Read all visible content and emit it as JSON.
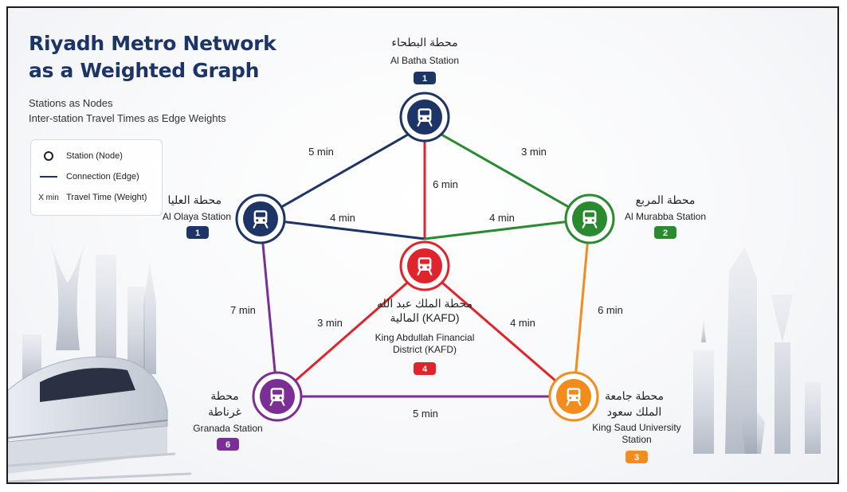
{
  "title_lines": [
    "Riyadh Metro Network",
    "as a Weighted Graph"
  ],
  "subtitles": [
    "Stations as Nodes",
    "Inter-station Travel Times as Edge Weights"
  ],
  "legend": {
    "station": "Station (Node)",
    "connection": "Connection (Edge)",
    "weight_symbol": "X min",
    "weight": "Travel Time (Weight)"
  },
  "colors": {
    "navy": "#1d3466",
    "green": "#2a8a2f",
    "red": "#e0242b",
    "orange": "#f28c1d",
    "purple": "#7b2e93"
  },
  "stations": {
    "batha": {
      "ar": "محطة البطحاء",
      "en": "Al Batha Station",
      "badge": "1",
      "color": "#1d3466",
      "icon": "train-icon"
    },
    "olaya": {
      "ar": "محطة العليا",
      "en": "Al Olaya Station",
      "badge": "1",
      "color": "#1d3466",
      "icon": "train-icon"
    },
    "murabba": {
      "ar": "محطة المربع",
      "en": "Al Murabba Station",
      "badge": "2",
      "color": "#2a8a2f",
      "icon": "train-icon"
    },
    "kafd": {
      "ar1": "محطة الملك عبد الله",
      "ar2": "المالية (KAFD)",
      "en1": "King Abdullah Financial",
      "en2": "District (KAFD)",
      "badge": "4",
      "color": "#e0242b",
      "icon": "train-icon"
    },
    "granada": {
      "ar1": "محطة",
      "ar2": "غرناطة",
      "en": "Granada Station",
      "badge": "6",
      "color": "#7b2e93",
      "icon": "train-icon"
    },
    "ksu": {
      "ar1": "محطة جامعة",
      "ar2": "الملك سعود",
      "en1": "King Saud University",
      "en2": "Station",
      "badge": "3",
      "color": "#f28c1d",
      "icon": "train-icon"
    }
  },
  "edges": {
    "batha_olaya": "5 min",
    "batha_murabba": "3 min",
    "batha_kafd": "6 min",
    "olaya_kafd": "4 min",
    "kafd_murabba": "4 min",
    "olaya_granada": "7 min",
    "kafd_granada": "3 min",
    "kafd_ksu": "4 min",
    "murabba_ksu": "6 min",
    "granada_ksu": "5 min"
  }
}
